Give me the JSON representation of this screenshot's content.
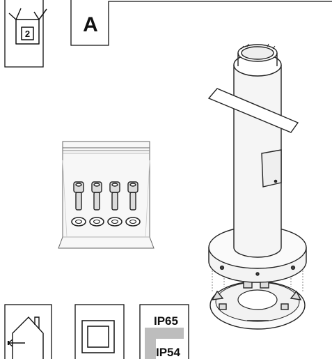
{
  "header": {
    "box_count": "2",
    "section_letter": "A"
  },
  "icons": {
    "box": "open-box-icon",
    "indoor_outdoor": "house-indoor-icon",
    "double_insulation": "double-square-icon"
  },
  "ratings": {
    "outdoor": "IP65",
    "indoor": "IP54"
  },
  "kit": {
    "screw_count": 4,
    "washer_count": 4
  }
}
